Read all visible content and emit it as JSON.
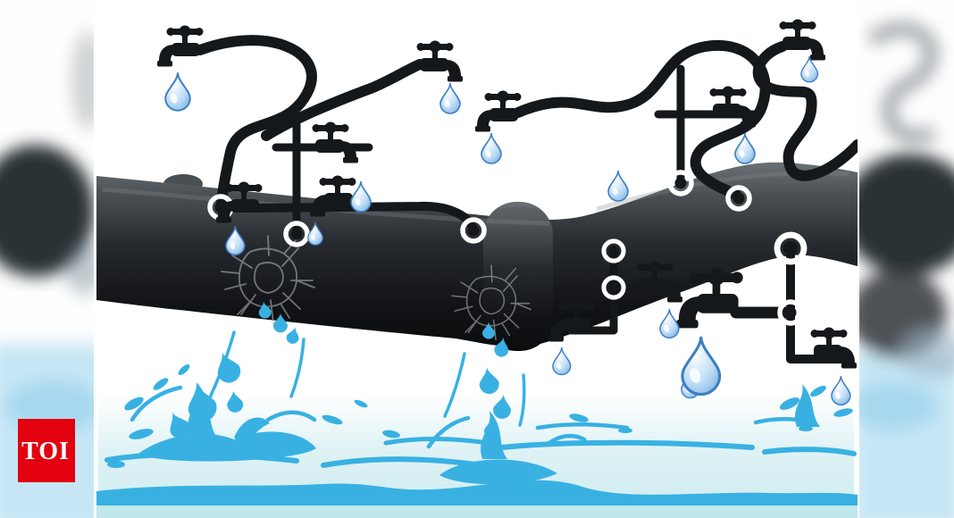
{
  "image": {
    "kind": "editorial-illustration",
    "subject": "water pipeline with illegal tap and hose connections leaking water",
    "elements": [
      "water-pipe",
      "tap-icon",
      "hose",
      "connection-ring",
      "crack",
      "water-drop-icon",
      "water-splash"
    ],
    "tap_count": 12,
    "crack_count": 2
  },
  "logo": {
    "text": "TOI"
  },
  "colors": {
    "splash": "#38b1e2",
    "pale": "#dff2f5",
    "pale2": "#cdecef",
    "ink": "#15181a",
    "pipe_top": "#6b7074",
    "pipe_mid": "#26292d",
    "pipe_dark": "#0b0d0f",
    "crack": "#b9bfc4",
    "drop_edge": "#3f7fc1",
    "band_blue": "#c6e6f5",
    "toi_red": "#e3000f"
  }
}
